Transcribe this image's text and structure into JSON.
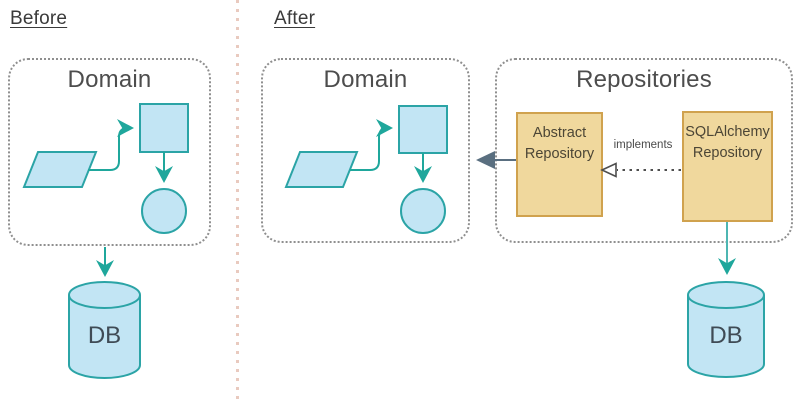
{
  "diagram": {
    "before": {
      "heading": "Before",
      "domain": {
        "title": "Domain"
      },
      "db_label": "DB"
    },
    "after": {
      "heading": "After",
      "domain": {
        "title": "Domain"
      },
      "repositories": {
        "title": "Repositories",
        "abstract_repo": {
          "line1": "Abstract",
          "line2": "Repository"
        },
        "sqlalchemy_repo": {
          "line1": "SQLAlchemy",
          "line2": "Repository"
        },
        "implements_label": "implements"
      },
      "db_label": "DB"
    }
  },
  "colors": {
    "shape_fill": "#c2e5f4",
    "shape_border": "#2ba4a6",
    "arrow_teal": "#1fa79c",
    "repo_box_fill": "#f0d89d",
    "repo_box_border": "#d0a24e",
    "repo_box_text": "#4c4636",
    "dashed_container_border": "#8f8f8f",
    "heading_text": "#3a3a3a",
    "title_text": "#4d4d4d",
    "db_label_text": "#3f4b55",
    "gray_arrow": "#5a6f80",
    "implements_arrow": "#4e4e4e",
    "divider_pink": "#e9cabf"
  }
}
